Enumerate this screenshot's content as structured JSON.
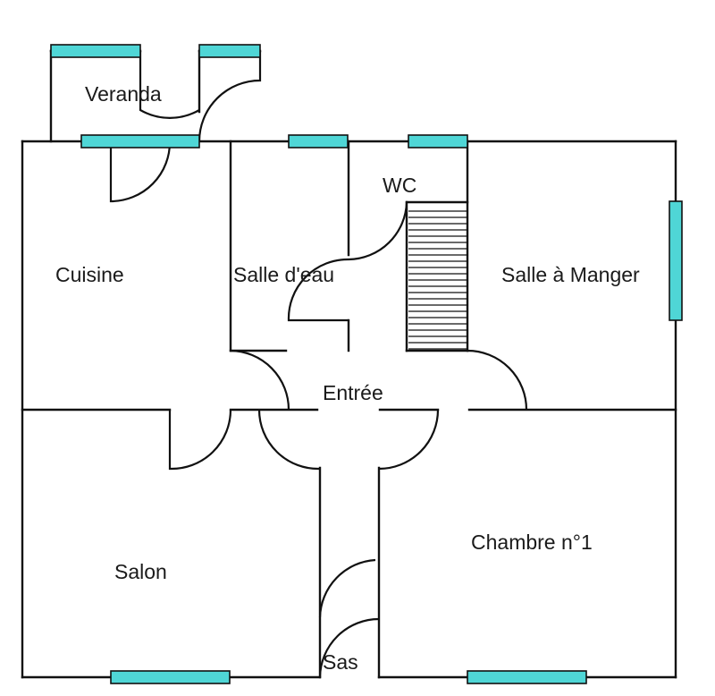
{
  "colors": {
    "window": "#4fd6d6",
    "wall": "#111111",
    "background": "#ffffff"
  },
  "rooms": {
    "veranda": "Veranda",
    "cuisine": "Cuisine",
    "salle_deau": "Salle d'eau",
    "wc": "WC",
    "salle_a_manger": "Salle à Manger",
    "entree": "Entrée",
    "salon": "Salon",
    "chambre": "Chambre n°1",
    "sas": "Sas"
  }
}
